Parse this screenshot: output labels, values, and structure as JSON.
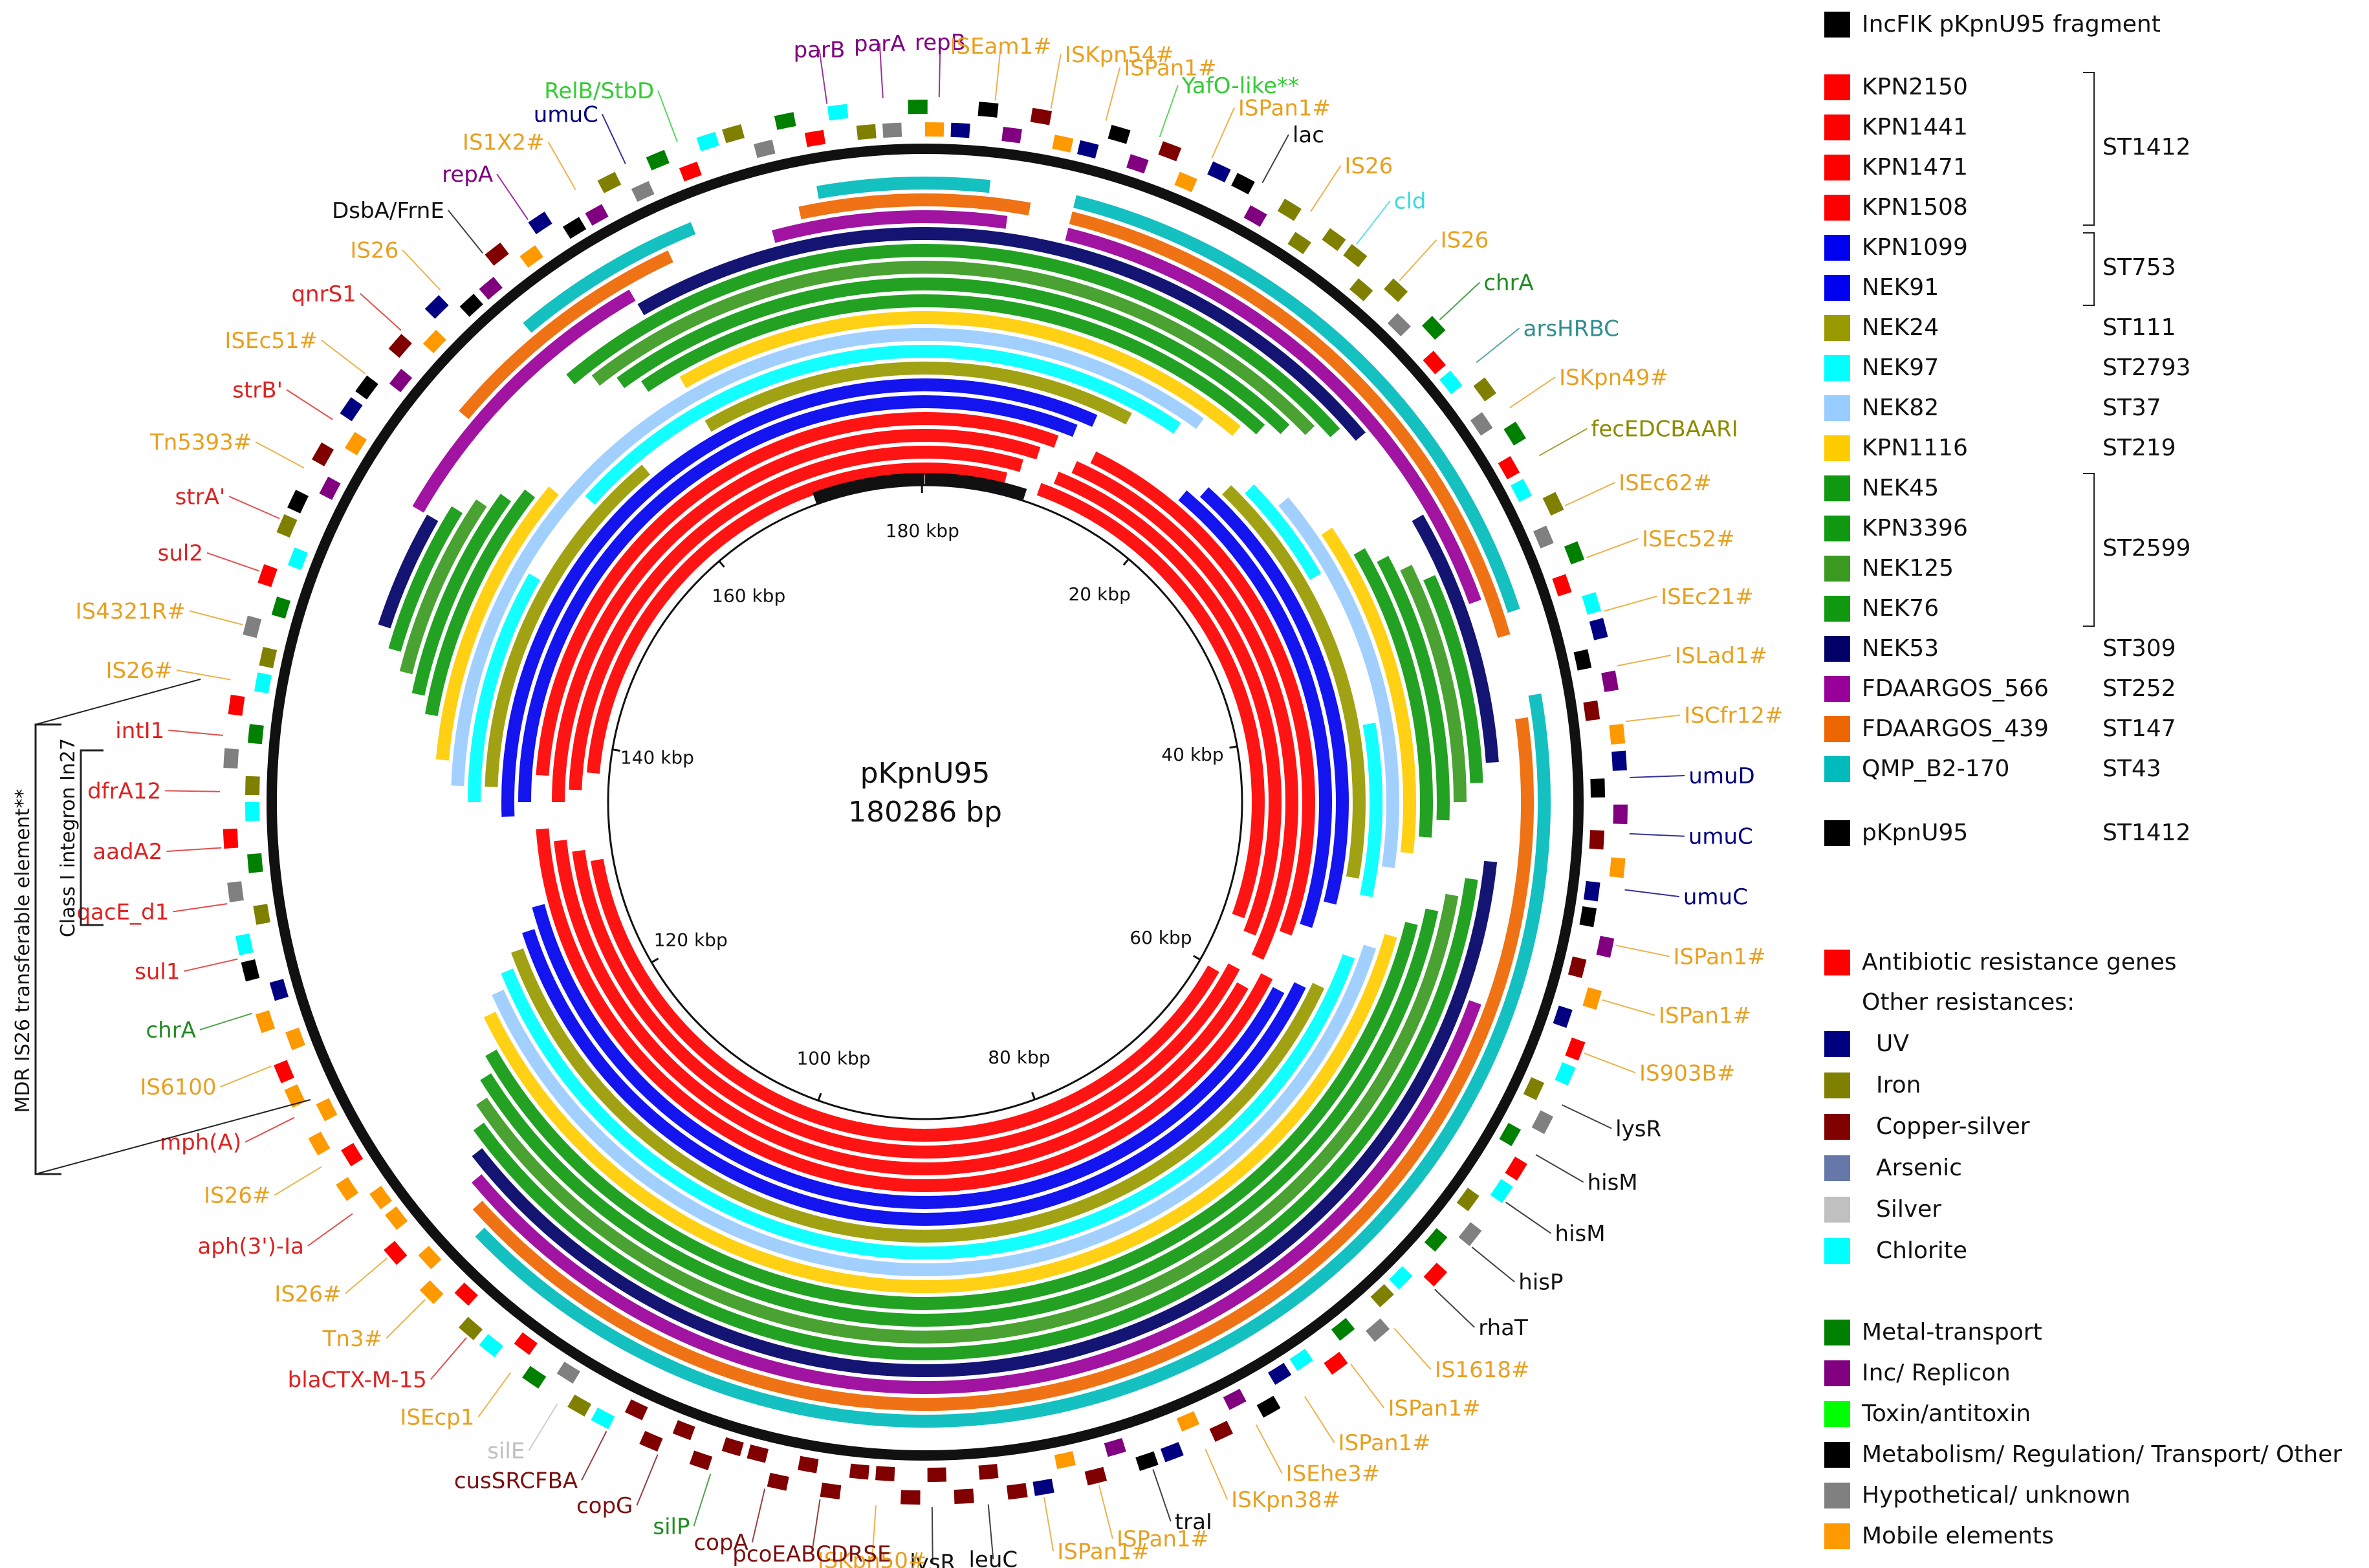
{
  "map": {
    "name": "pKpnU95",
    "length": "180286 bp",
    "ticks": [
      "20 kbp",
      "40 kbp",
      "60 kbp",
      "80 kbp",
      "100 kbp",
      "120 kbp",
      "140 kbp",
      "160 kbp",
      "180 kbp"
    ],
    "side_region": {
      "outer": "MDR IS26 transferable element**",
      "inner": "Class I integron In27"
    },
    "annotations": [
      {
        "t": "parB",
        "c": "#800080"
      },
      {
        "t": "parA",
        "c": "#800080"
      },
      {
        "t": "repB",
        "c": "#800080"
      },
      {
        "t": "ISEam1#",
        "c": "#e8a020"
      },
      {
        "t": "ISKpn54#",
        "c": "#e8a020"
      },
      {
        "t": "ISPan1#",
        "c": "#e8a020"
      },
      {
        "t": "YafO-like**",
        "c": "#33cc33"
      },
      {
        "t": "ISPan1#",
        "c": "#e8a020"
      },
      {
        "t": "lac",
        "c": "#111111"
      },
      {
        "t": "IS26",
        "c": "#e8a020"
      },
      {
        "t": "cld",
        "c": "#33dddd"
      },
      {
        "t": "IS26",
        "c": "#e8a020"
      },
      {
        "t": "chrA",
        "c": "#228b22"
      },
      {
        "t": "arsHRBC",
        "c": "#2f8f8f"
      },
      {
        "t": "ISKpn49#",
        "c": "#e8a020"
      },
      {
        "t": "fecEDCBAARI",
        "c": "#8b8b00"
      },
      {
        "t": "ISEc62#",
        "c": "#e8a020"
      },
      {
        "t": "ISEc52#",
        "c": "#e8a020"
      },
      {
        "t": "ISEc21#",
        "c": "#e8a020"
      },
      {
        "t": "ISLad1#",
        "c": "#e8a020"
      },
      {
        "t": "ISCfr12#",
        "c": "#e8a020"
      },
      {
        "t": "umuD",
        "c": "#000080"
      },
      {
        "t": "umuC",
        "c": "#000080"
      },
      {
        "t": "umuC",
        "c": "#000080"
      },
      {
        "t": "ISPan1#",
        "c": "#e8a020"
      },
      {
        "t": "ISPan1#",
        "c": "#e8a020"
      },
      {
        "t": "IS903B#",
        "c": "#e8a020"
      },
      {
        "t": "lysR",
        "c": "#111111"
      },
      {
        "t": "hisM",
        "c": "#111111"
      },
      {
        "t": "hisM",
        "c": "#111111"
      },
      {
        "t": "hisP",
        "c": "#111111"
      },
      {
        "t": "rhaT",
        "c": "#111111"
      },
      {
        "t": "IS1618#",
        "c": "#e8a020"
      },
      {
        "t": "ISPan1#",
        "c": "#e8a020"
      },
      {
        "t": "ISPan1#",
        "c": "#e8a020"
      },
      {
        "t": "ISEhe3#",
        "c": "#e8a020"
      },
      {
        "t": "ISKpn38#",
        "c": "#e8a020"
      },
      {
        "t": "traI",
        "c": "#111111"
      },
      {
        "t": "ISPan1#",
        "c": "#e8a020"
      },
      {
        "t": "ISPan1#",
        "c": "#e8a020"
      },
      {
        "t": "leuC",
        "c": "#111111"
      },
      {
        "t": "lysR",
        "c": "#111111"
      },
      {
        "t": "ISKpn50#",
        "c": "#e8a020"
      },
      {
        "t": "pcoEABCDRSE",
        "c": "#7a1010"
      },
      {
        "t": "copA",
        "c": "#7a1010"
      },
      {
        "t": "silP",
        "c": "#228b22"
      },
      {
        "t": "copG",
        "c": "#7a1010"
      },
      {
        "t": "cusSRCFBA",
        "c": "#7a1010"
      },
      {
        "t": "silE",
        "c": "#c0c0c0"
      },
      {
        "t": "ISEcp1",
        "c": "#e8a020"
      },
      {
        "t": "blaCTX-M-15",
        "c": "#dd2222"
      },
      {
        "t": "Tn3#",
        "c": "#e8a020"
      },
      {
        "t": "IS26#",
        "c": "#e8a020"
      },
      {
        "t": "aph(3')-Ia",
        "c": "#dd2222"
      },
      {
        "t": "IS26#",
        "c": "#e8a020"
      },
      {
        "t": "mph(A)",
        "c": "#dd2222"
      },
      {
        "t": "IS6100",
        "c": "#e8a020"
      },
      {
        "t": "chrA",
        "c": "#228b22"
      },
      {
        "t": "sul1",
        "c": "#dd2222"
      },
      {
        "t": "qacE_d1",
        "c": "#dd2222"
      },
      {
        "t": "aadA2",
        "c": "#dd2222"
      },
      {
        "t": "dfrA12",
        "c": "#dd2222"
      },
      {
        "t": "intI1",
        "c": "#dd2222"
      },
      {
        "t": "IS26#",
        "c": "#e8a020"
      },
      {
        "t": "IS4321R#",
        "c": "#e8a020"
      },
      {
        "t": "sul2",
        "c": "#dd2222"
      },
      {
        "t": "strA'",
        "c": "#dd2222"
      },
      {
        "t": "Tn5393#",
        "c": "#e8a020"
      },
      {
        "t": "strB'",
        "c": "#dd2222"
      },
      {
        "t": "ISEc51#",
        "c": "#e8a020"
      },
      {
        "t": "qnrS1",
        "c": "#dd2222"
      },
      {
        "t": "IS26",
        "c": "#e8a020"
      },
      {
        "t": "DsbA/FrnE",
        "c": "#111111"
      },
      {
        "t": "repA",
        "c": "#800080"
      },
      {
        "t": "IS1X2#",
        "c": "#e8a020"
      },
      {
        "t": "umuC",
        "c": "#000080"
      },
      {
        "t": "RelB/StbD",
        "c": "#33cc33"
      }
    ]
  },
  "legend": {
    "fragment": {
      "label": "IncFIK pKpnU95 fragment",
      "color": "#000000"
    },
    "strains": [
      {
        "label": "KPN2150",
        "st": "",
        "color": "#ff0000"
      },
      {
        "label": "KPN1441",
        "st": "",
        "color": "#ff0000"
      },
      {
        "label": "KPN1471",
        "st": "",
        "color": "#ff0000"
      },
      {
        "label": "KPN1508",
        "st": "",
        "color": "#ff0000"
      },
      {
        "label": "KPN1099",
        "st": "",
        "color": "#0000ee"
      },
      {
        "label": "NEK91",
        "st": "",
        "color": "#0000ee"
      },
      {
        "label": "NEK24",
        "st": "ST111",
        "color": "#999900"
      },
      {
        "label": "NEK97",
        "st": "ST2793",
        "color": "#00ffff"
      },
      {
        "label": "NEK82",
        "st": "ST37",
        "color": "#99ccff"
      },
      {
        "label": "KPN1116",
        "st": "ST219",
        "color": "#ffcc00"
      },
      {
        "label": "NEK45",
        "st": "",
        "color": "#109910"
      },
      {
        "label": "KPN3396",
        "st": "",
        "color": "#109910"
      },
      {
        "label": "NEK125",
        "st": "",
        "color": "#3a9a20"
      },
      {
        "label": "NEK76",
        "st": "",
        "color": "#109910"
      },
      {
        "label": "NEK53",
        "st": "ST309",
        "color": "#000066"
      },
      {
        "label": "FDAARGOS_566",
        "st": "ST252",
        "color": "#990099"
      },
      {
        "label": "FDAARGOS_439",
        "st": "ST147",
        "color": "#ee6600"
      },
      {
        "label": "QMP_B2-170",
        "st": "ST43",
        "color": "#00bbbb"
      }
    ],
    "groups": [
      {
        "st": "ST1412"
      },
      {
        "st": "ST753"
      },
      {
        "st": "ST2599"
      }
    ],
    "reference": {
      "label": "pKpnU95",
      "st": "ST1412",
      "color": "#000000"
    },
    "abr": {
      "label": "Antibiotic resistance genes",
      "color": "#ff0000"
    },
    "other_header": "Other resistances:",
    "resistances": [
      {
        "label": "UV",
        "color": "#000080"
      },
      {
        "label": "Iron",
        "color": "#808000"
      },
      {
        "label": "Copper-silver",
        "color": "#800000"
      },
      {
        "label": "Arsenic",
        "color": "#6677aa"
      },
      {
        "label": "Silver",
        "color": "#c0c0c0"
      },
      {
        "label": "Chlorite",
        "color": "#00ffff"
      }
    ],
    "categories": [
      {
        "label": "Metal-transport",
        "color": "#008000"
      },
      {
        "label": "Inc/ Replicon",
        "color": "#800080"
      },
      {
        "label": "Toxin/antitoxin",
        "color": "#00ff00"
      },
      {
        "label": "Metabolism/ Regulation/ Transport/ Other",
        "color": "#000000"
      },
      {
        "label": "Hypothetical/ unknown",
        "color": "#808080"
      },
      {
        "label": "Mobile elements",
        "color": "#ff9900"
      }
    ]
  }
}
